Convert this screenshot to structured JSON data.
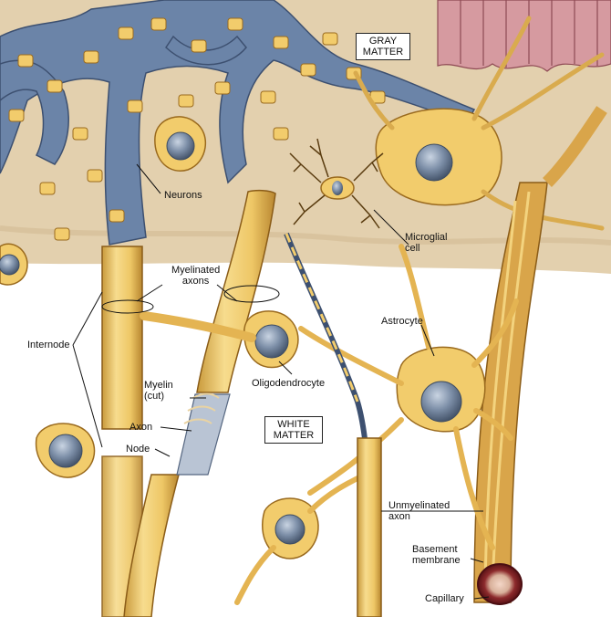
{
  "colors": {
    "gray_matter_bg": "#e3d0ae",
    "white_matter_bg": "#ffffff",
    "myelin": "#f2cc6c",
    "myelin_edge": "#9a6a1e",
    "neuron_blue": "#6b84a8",
    "cell_nucleus": "#566a86",
    "capillary": "#7a1e22",
    "pink_cells": "#d69aa0"
  },
  "labels": {
    "gray_matter_line1": "GRAY",
    "gray_matter_line2": "MATTER",
    "white_matter_line1": "WHITE",
    "white_matter_line2": "MATTER",
    "neurons": "Neurons",
    "microglial_line1": "Microglial",
    "microglial_line2": "cell",
    "myelinated_line1": "Myelinated",
    "myelinated_line2": "axons",
    "astrocyte": "Astrocyte",
    "internode": "Internode",
    "oligodendrocyte": "Oligodendrocyte",
    "myelin_line1": "Myelin",
    "myelin_line2": "(cut)",
    "axon": "Axon",
    "node": "Node",
    "unmyelinated_line1": "Unmyelinated",
    "unmyelinated_line2": "axon",
    "basement_line1": "Basement",
    "basement_line2": "membrane",
    "capillary": "Capillary"
  }
}
